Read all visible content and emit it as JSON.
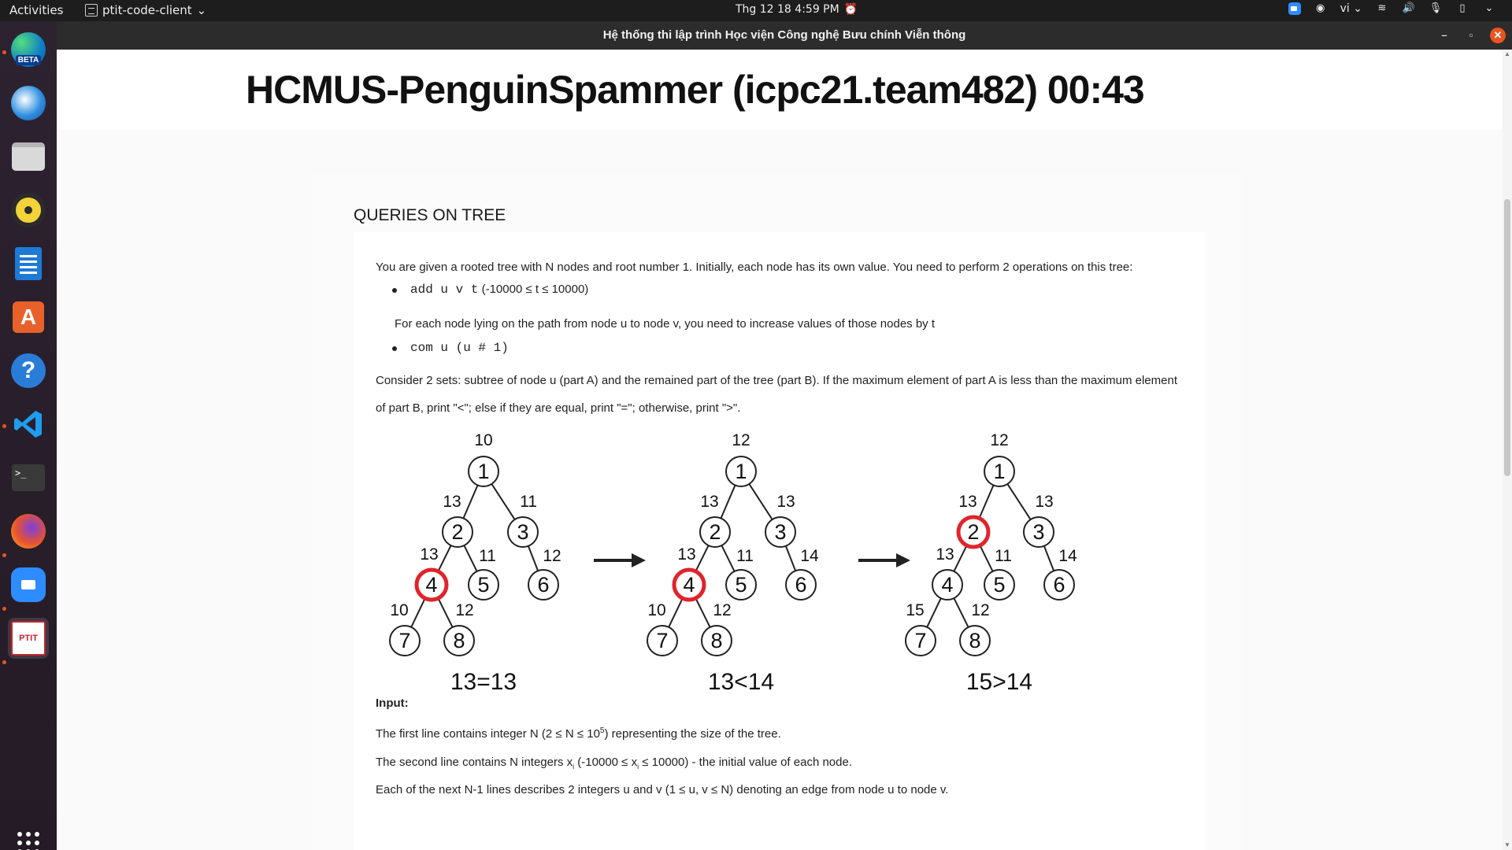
{
  "topbar": {
    "activities": "Activities",
    "app_name": "ptit-code-client",
    "clock": "Thg 12 18   4:59 PM",
    "language": "vi"
  },
  "window": {
    "title": "Hệ thống thi lập trình Học viện Công nghệ Bưu chính Viễn thông"
  },
  "header": {
    "team_title": "HCMUS-PenguinSpammer (icpc21.team482) 00:43"
  },
  "problem": {
    "name": "QUERIES ON TREE",
    "intro": "You are given a rooted tree with N nodes and root number 1. Initially, each node has its own value. You need to perform 2 operations on this tree:",
    "op1_code": "add u v t",
    "op1_constraint": " (-10000 ≤ t ≤ 10000)",
    "op1_desc": "For each node lying on the path from node u  to node v, you need to increase values of those nodes by t",
    "op2_code": "com u (u # 1)",
    "consider_line1": "Consider 2 sets: subtree of node u  (part A) and the remained part of the tree (part B). If the maximum element of part A is less than the maximum element",
    "consider_line2": "of part B, print \"<\"; else if they are equal, print \"=\"; otherwise, print \">\".",
    "input_heading": "Input:",
    "input_line1_pre": "The first line contains integer N (2 ≤ N ≤ 10",
    "input_line1_sup": "5",
    "input_line1_post": ") representing the size of  the tree.",
    "input_line2_pre": "The second line contains N  integers x",
    "input_line2_sub1": "i",
    "input_line2_mid": " (-10000 ≤ x",
    "input_line2_sub2": "i",
    "input_line2_post": " ≤ 10000) - the initial value of each node.",
    "input_line3_partial": "Each of the next N-1 lines describes 2 integers u and v (1 ≤ u, v ≤ N) denoting an edge from node u to node v."
  },
  "figure": {
    "trees": [
      {
        "nodes": [
          {
            "id": "1",
            "value": "10",
            "highlight": false
          },
          {
            "id": "2",
            "value": "13",
            "highlight": false
          },
          {
            "id": "3",
            "value": "11",
            "highlight": false
          },
          {
            "id": "4",
            "value": "13",
            "highlight": true
          },
          {
            "id": "5",
            "value": "11",
            "highlight": false
          },
          {
            "id": "6",
            "value": "12",
            "highlight": false
          },
          {
            "id": "7",
            "value": "10",
            "highlight": false
          },
          {
            "id": "8",
            "value": "12",
            "highlight": false
          }
        ],
        "caption": "13=13"
      },
      {
        "nodes": [
          {
            "id": "1",
            "value": "12",
            "highlight": false
          },
          {
            "id": "2",
            "value": "13",
            "highlight": false
          },
          {
            "id": "3",
            "value": "13",
            "highlight": false
          },
          {
            "id": "4",
            "value": "13",
            "highlight": true
          },
          {
            "id": "5",
            "value": "11",
            "highlight": false
          },
          {
            "id": "6",
            "value": "14",
            "highlight": false
          },
          {
            "id": "7",
            "value": "10",
            "highlight": false
          },
          {
            "id": "8",
            "value": "12",
            "highlight": false
          }
        ],
        "caption": "13<14"
      },
      {
        "nodes": [
          {
            "id": "1",
            "value": "12",
            "highlight": false
          },
          {
            "id": "2",
            "value": "13",
            "highlight": true
          },
          {
            "id": "3",
            "value": "13",
            "highlight": false
          },
          {
            "id": "4",
            "value": "13",
            "highlight": false
          },
          {
            "id": "5",
            "value": "11",
            "highlight": false
          },
          {
            "id": "6",
            "value": "14",
            "highlight": false
          },
          {
            "id": "7",
            "value": "15",
            "highlight": false
          },
          {
            "id": "8",
            "value": "12",
            "highlight": false
          }
        ],
        "caption": "15>14"
      }
    ],
    "edges": [
      [
        "1",
        "2"
      ],
      [
        "1",
        "3"
      ],
      [
        "2",
        "4"
      ],
      [
        "2",
        "5"
      ],
      [
        "3",
        "6"
      ],
      [
        "4",
        "7"
      ],
      [
        "4",
        "8"
      ]
    ],
    "highlight_color": "#e0242c"
  }
}
